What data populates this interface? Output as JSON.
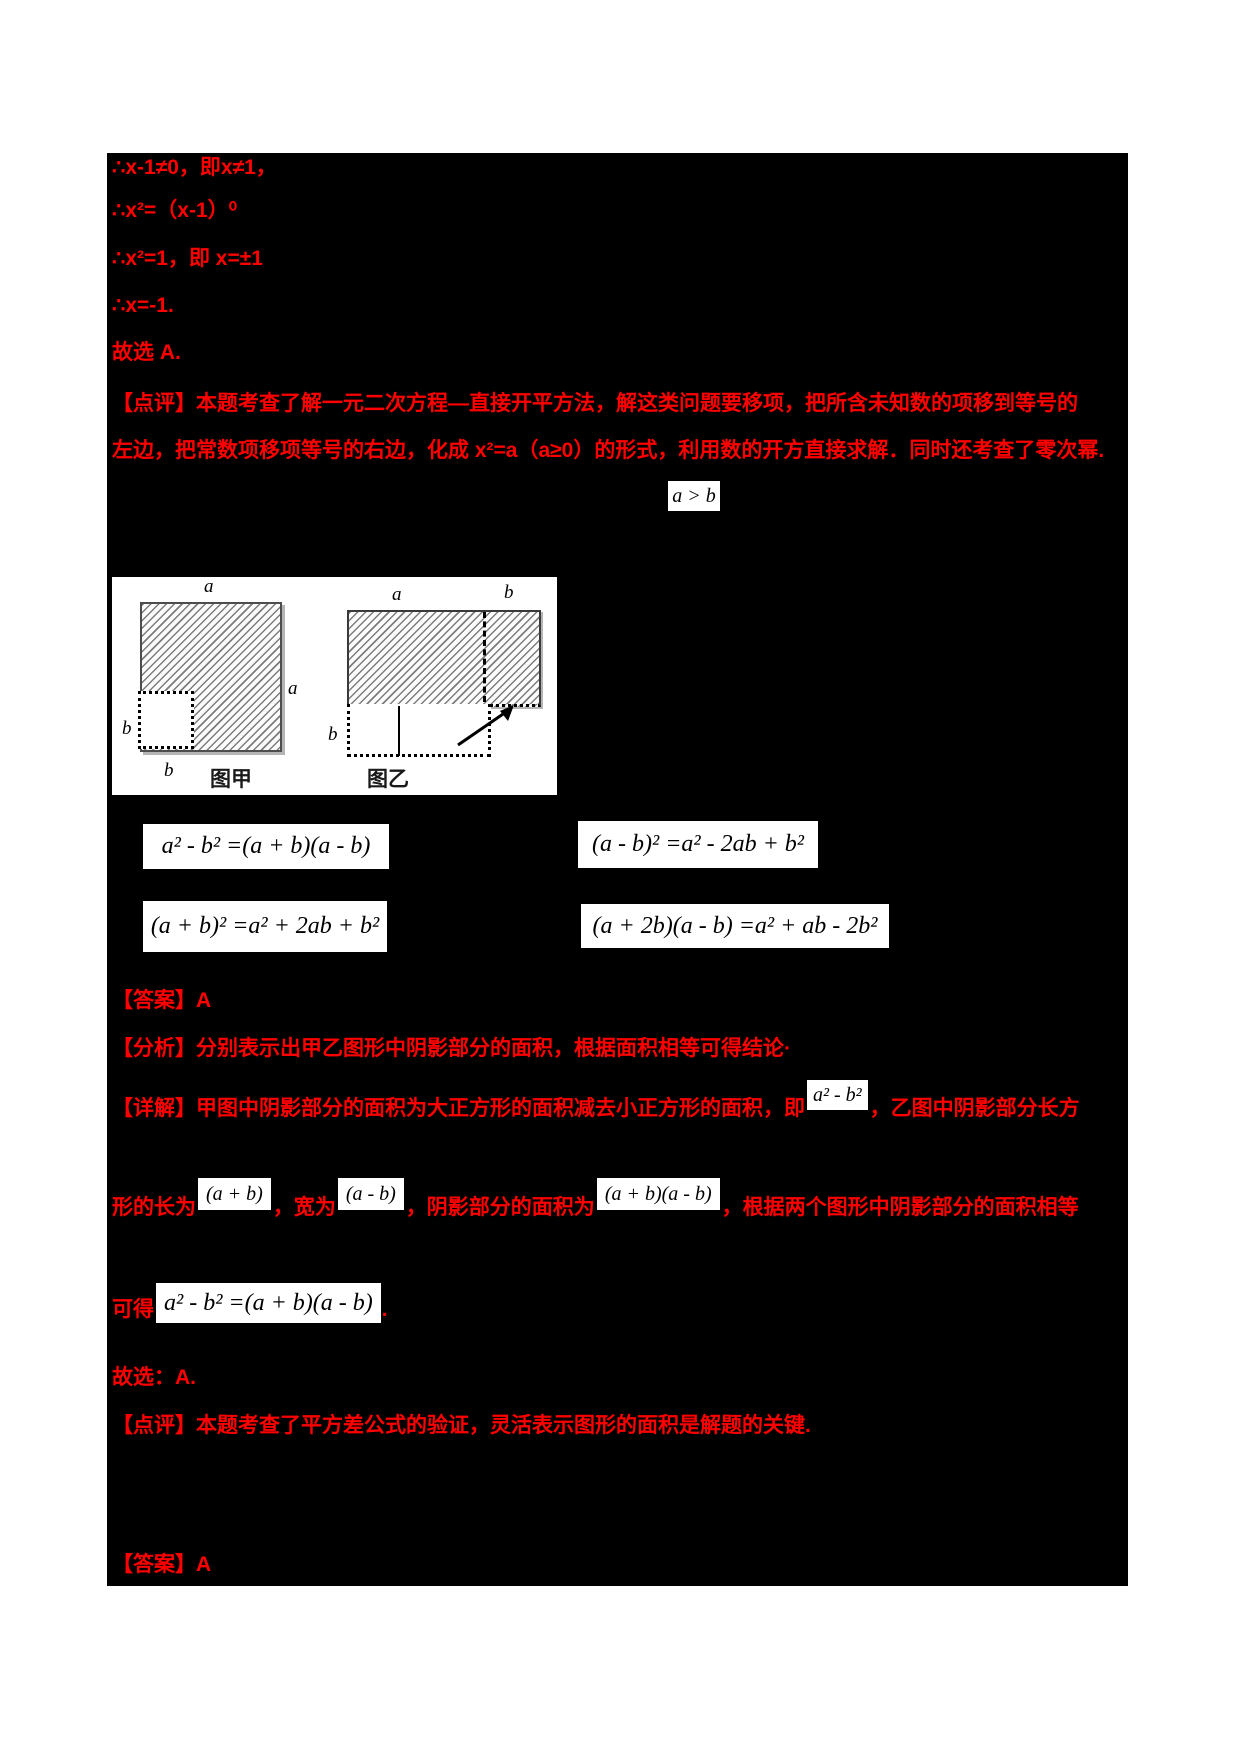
{
  "document": {
    "accent_red": "#ff0000",
    "panel_background": "#000000",
    "page_background": "#ffffff"
  },
  "solution_power": {
    "line1": "∴x-1≠0，即x≠1，",
    "line2": "∴x²=（x-1）⁰",
    "line3": "∴x²=1，即 x=±1",
    "line4": "∴x=-1.",
    "line5": "故选 A.",
    "comment_line1": "【点评】本题考查了解一元二次方程—直接开平方法，解这类问题要移项，把所含未知数的项移到等号的",
    "comment_line2": "左边，把常数项移项等号的右边，化成 x²=a（a≥0）的形式，利用数的开方直接求解．同时还考查了零次幂."
  },
  "condition_formula": "a > b",
  "figure": {
    "jia": {
      "label_a_top": "a",
      "label_a_right": "a",
      "label_b_left": "b",
      "label_b_bottom": "b",
      "caption": "图甲"
    },
    "yi": {
      "label_a_top": "a",
      "label_b_top": "b",
      "label_b_left": "b",
      "caption": "图乙"
    }
  },
  "options": {
    "formula_a": "a² - b² =(a + b)(a - b)",
    "formula_b": "(a - b)² =a² - 2ab + b²",
    "formula_c": "(a + b)² =a² + 2ab + b²",
    "formula_d": "(a + 2b)(a - b) =a² + ab - 2b²"
  },
  "solution_area": {
    "answer_label": "【答案】A",
    "analysis": "【分析】分别表示出甲乙图形中阴影部分的面积，根据面积相等可得结论·",
    "detail_prefix": "【详解】甲图中阴影部分的面积为大正方形的面积减去小正方形的面积，即",
    "detail_formula1": "a² - b²",
    "detail_suffix": "，乙图中阴影部分长方",
    "line2_seg1": "形的长为",
    "line2_formula1": "(a + b)",
    "line2_seg2": "，宽为",
    "line2_formula2": "(a - b)",
    "line2_seg3": "，阴影部分的面积为",
    "line2_formula3": "(a + b)(a - b)",
    "line2_seg4": "，根据两个图形中阴影部分的面积相等",
    "line3_seg1": "可得",
    "line3_formula": "a² - b² =(a + b)(a - b)",
    "line3_period": ".",
    "conclusion": "故选：A.",
    "comment": "【点评】本题考查了平方差公式的验证，灵活表示图形的面积是解题的关键."
  },
  "next_answer": "【答案】A"
}
